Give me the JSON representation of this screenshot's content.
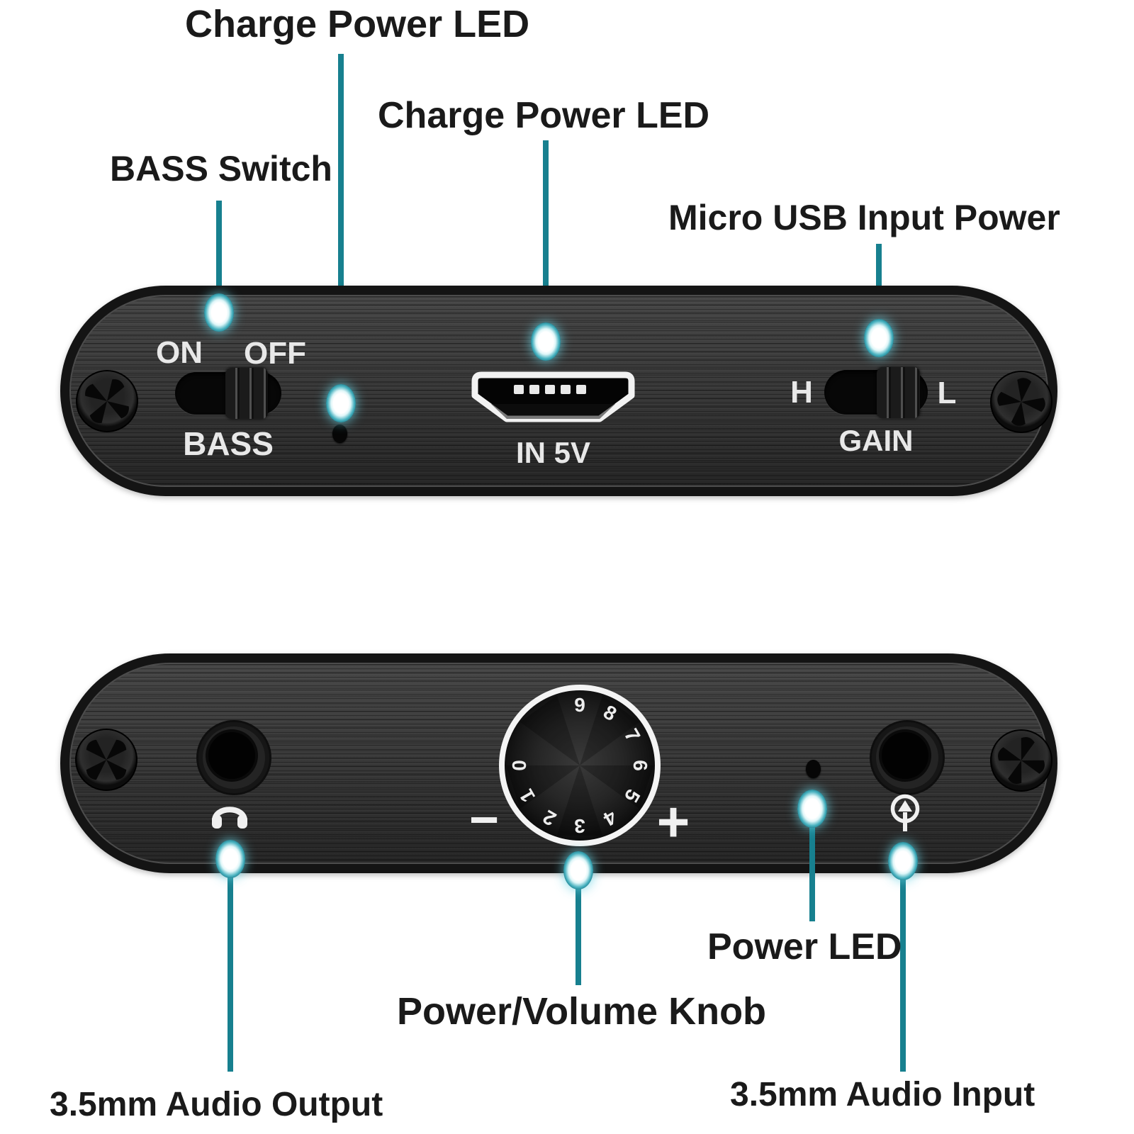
{
  "callouts": {
    "charge_power_led_1": "Charge Power LED",
    "bass_switch": "BASS Switch",
    "charge_power_led_2": "Charge Power LED",
    "micro_usb_input_power": "Micro USB Input Power",
    "power_led": "Power LED",
    "power_volume_knob": "Power/Volume Knob",
    "audio_output": "3.5mm Audio Output",
    "audio_input": "3.5mm Audio Input"
  },
  "device_top": {
    "switch_on": "ON",
    "switch_off": "OFF",
    "switch_bass": "BASS",
    "usb_port_label": "IN 5V",
    "gain_h": "H",
    "gain_l": "L",
    "gain_label": "GAIN"
  },
  "device_bottom": {
    "minus": "−",
    "plus": "+",
    "knob_numbers": [
      "0",
      "1",
      "2",
      "3",
      "4",
      "5",
      "6",
      "7",
      "8",
      "9"
    ]
  },
  "colors": {
    "accent_teal": "#17808f",
    "marker_ring": "#2e97a5",
    "marker_core": "#ffffff",
    "label_text": "#1a1a1a",
    "device_body": "#141414",
    "device_face": "#3c3c3c",
    "panel_text": "#e8e8e8"
  }
}
